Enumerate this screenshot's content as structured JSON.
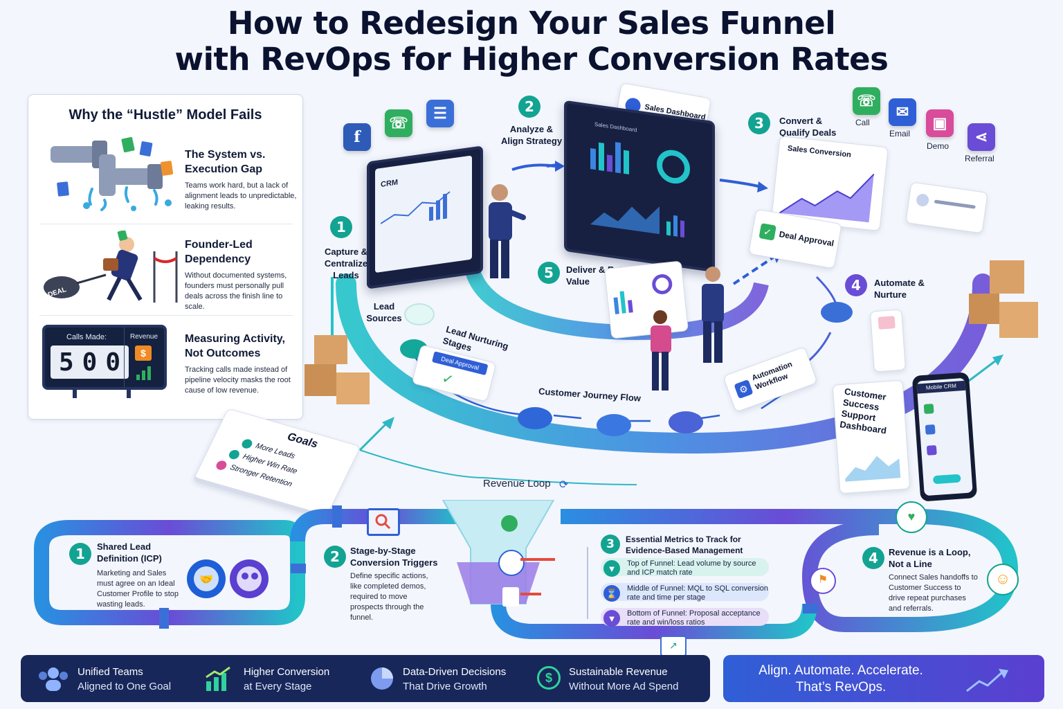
{
  "title_line1": "How to Redesign Your Sales Funnel",
  "title_line2": "with RevOps for Higher Conversion Rates",
  "panel": {
    "title": "Why the “Hustle” Model Fails",
    "sections": [
      {
        "title": "The System vs. Execution Gap",
        "desc": "Teams work hard, but a lack of alignment leads to unpredictable, leaking results."
      },
      {
        "title": "Founder-Led Dependency",
        "desc": "Without documented systems, founders must personally pull deals across the finish line to scale."
      },
      {
        "title": "Measuring Activity, Not Outcomes",
        "desc": "Tracking calls made instead of pipeline velocity masks the root cause of low revenue."
      }
    ],
    "pill_text": "DEAL",
    "scoreboard": {
      "calls_label": "Calls Made:",
      "calls_value": "500",
      "revenue_label": "Revenue",
      "revenue_icon": "$"
    }
  },
  "stages": [
    {
      "num": "1",
      "label": "Capture & Centralize Leads"
    },
    {
      "num": "2",
      "label": "Analyze & Align Strategy"
    },
    {
      "num": "3",
      "label": "Convert & Qualify Deals"
    },
    {
      "num": "4",
      "label": "Automate & Nurture"
    },
    {
      "num": "5",
      "label": "Deliver & Retain Value"
    }
  ],
  "diagram": {
    "crm": "CRM",
    "sales_dashboard": "Sales Dashboard",
    "sales_dashboard_screen": "Sales Dashboard",
    "sales_conversion": "Sales Conversion",
    "channels": [
      "Call",
      "Email",
      "Demo",
      "Referral"
    ],
    "deal_approval": "Deal Approval",
    "deal_approval_small": "Deal Approval",
    "lead_sources": "Lead Sources",
    "lead_nurturing": "Lead Nurturing Stages",
    "customer_journey": "Customer Journey Flow",
    "automation_workflow": "Automation Workflow",
    "cs_dashboard": "Customer Success Support Dashboard",
    "mobile_crm": "Mobile CRM",
    "revenue_loop": "Revenue Loop",
    "goals_title": "Goals",
    "goals": [
      "More Leads",
      "Higher Win Rate",
      "Stronger Retention"
    ]
  },
  "steps": [
    {
      "num": "1",
      "title": "Shared Lead Definition (ICP)",
      "desc": "Marketing and Sales must agree on an Ideal Customer Profile to stop wasting leads."
    },
    {
      "num": "2",
      "title": "Stage-by-Stage Conversion Triggers",
      "desc": "Define specific actions, like completed demos, required to move prospects through the funnel."
    },
    {
      "num": "3",
      "title": "Essential Metrics to Track for Evidence-Based Management",
      "desc": ""
    },
    {
      "num": "4",
      "title": "Revenue is a Loop, Not a Line",
      "desc": "Connect Sales handoffs to Customer Success to drive repeat purchases and referrals."
    }
  ],
  "metrics": [
    {
      "text": "Top of Funnel: Lead volume by source and ICP match rate",
      "color": "#d8f3ee"
    },
    {
      "text": "Middle of Funnel: MQL to SQL conversion rate and time per stage",
      "color": "#dde7fb"
    },
    {
      "text": "Bottom of Funnel: Proposal acceptance rate and win/loss ratios",
      "color": "#e8def8"
    }
  ],
  "benefits": [
    {
      "line1": "Unified Teams",
      "line2": "Aligned to One Goal"
    },
    {
      "line1": "Higher Conversion",
      "line2": "at Every Stage"
    },
    {
      "line1": "Data-Driven Decisions",
      "line2": "That Drive Growth"
    },
    {
      "line1": "Sustainable Revenue",
      "line2": "Without More Ad Spend"
    }
  ],
  "cta_line1": "Align. Automate. Accelerate.",
  "cta_line2": "That’s RevOps.",
  "colors": {
    "teal": "#13a392",
    "purple": "#6a4cd6",
    "navy": "#18275a",
    "blue": "#2f5fd6"
  }
}
